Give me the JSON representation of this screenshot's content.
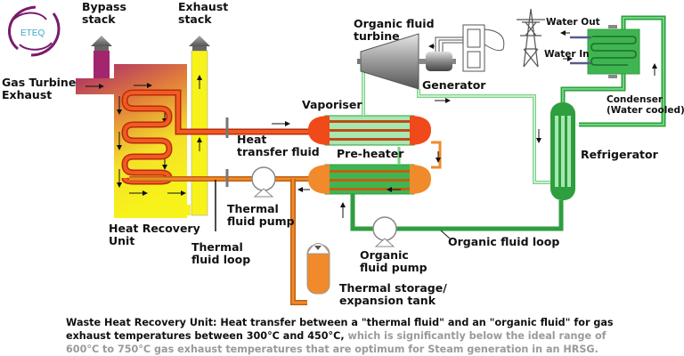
{
  "logo": {
    "text": "ETEQ",
    "icon": "swirl-logo-icon",
    "color": "#7a1a6e"
  },
  "labels": {
    "bypass_stack": "Bypass\nstack",
    "exhaust_stack": "Exhaust\nstack",
    "gas_turbine_exhaust": "Gas Turbine\nExhaust",
    "heat_recovery_unit": "Heat Recovery\nUnit",
    "thermal_fluid_loop": "Thermal\nfluid loop",
    "heat_transfer_fluid": "Heat\ntransfer fluid",
    "thermal_fluid_pump": "Thermal\nfluid pump",
    "vaporiser": "Vaporiser",
    "pre_heater": "Pre-heater",
    "organic_fluid_turbine": "Organic fluid\nturbine",
    "generator": "Generator",
    "water_out": "Water Out",
    "water_in": "Water In",
    "condenser": "Condenser\n(Water cooled)",
    "refrigerator": "Refrigerator",
    "organic_fluid_loop": "Organic fluid loop",
    "organic_fluid_pump": "Organic\nfluid pump",
    "thermal_storage": "Thermal storage/\nexpansion tank"
  },
  "caption": {
    "bold_part": "Waste Heat Recovery Unit: Heat transfer between a \"thermal fluid\" and an \"organic fluid\" for gas exhaust temperatures between 300°C and 450°C,",
    "grey_part": " which is significantly below the ideal range of 600°C to 750°C gas exhaust temperatures that are optimum for Steam generation in an HRSG."
  },
  "colors": {
    "hot_fluid": "#f04a1a",
    "warm_fluid": "#f08a2a",
    "organic_dark": "#2e9e3e",
    "organic_light": "#a6e8b0",
    "exhaust_yellow": "#f7f21a",
    "exhaust_purple": "#a3256e"
  }
}
